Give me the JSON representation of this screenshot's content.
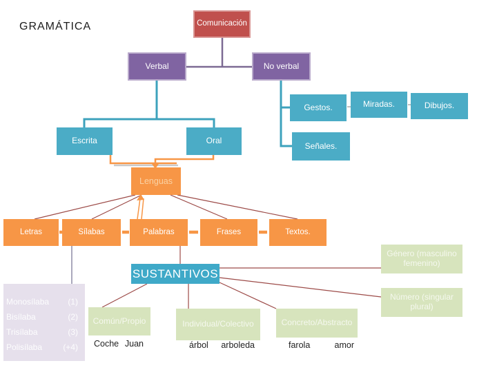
{
  "title": "GRAMÁTICA",
  "colors": {
    "red": "#c0504d",
    "purple": "#8064a2",
    "teal": "#4bacc6",
    "dark_teal": "#3fa9c8",
    "orange": "#f79646",
    "light_green": "#d7e4bd",
    "lavender": "#e6e0ec",
    "maroon_line": "#9c4a47",
    "teal_line": "#3da2bc",
    "purple_line": "#7c6a93",
    "orange_line": "#f79646",
    "gray_shadow": "#c9c9c9"
  },
  "nodes": {
    "comunicacion": "Comunicación",
    "verbal": "Verbal",
    "no_verbal": "No verbal",
    "gestos": "Gestos.",
    "miradas": "Miradas.",
    "dibujos": "Dibujos.",
    "senales": "Señales.",
    "escrita": "Escrita",
    "oral": "Oral",
    "lenguas": "Lenguas",
    "letras": "Letras",
    "silabas": "Sílabas",
    "palabras": "Palabras",
    "frases": "Frases",
    "textos": "Textos.",
    "sustantivos": "SUSTANTIVOS",
    "genero": "Género (masculino femenino)",
    "numero": "Número (singular plural)",
    "comun_propio": "Común/Propio",
    "individual_colectivo": "Individual/Colectivo",
    "concreto_abstracto": "Concreto/Abstracto"
  },
  "syllables": {
    "rows": [
      {
        "name": "Monosílaba",
        "count": "(1)"
      },
      {
        "name": "Bisílaba",
        "count": "(2)"
      },
      {
        "name": "Trisílaba",
        "count": "(3)"
      },
      {
        "name": "Polisílaba",
        "count": "(+4)"
      }
    ]
  },
  "examples": {
    "comun": [
      "Coche",
      "Juan"
    ],
    "individual": [
      "árbol",
      "arboleda"
    ],
    "concreto": [
      "farola",
      "amor"
    ]
  }
}
